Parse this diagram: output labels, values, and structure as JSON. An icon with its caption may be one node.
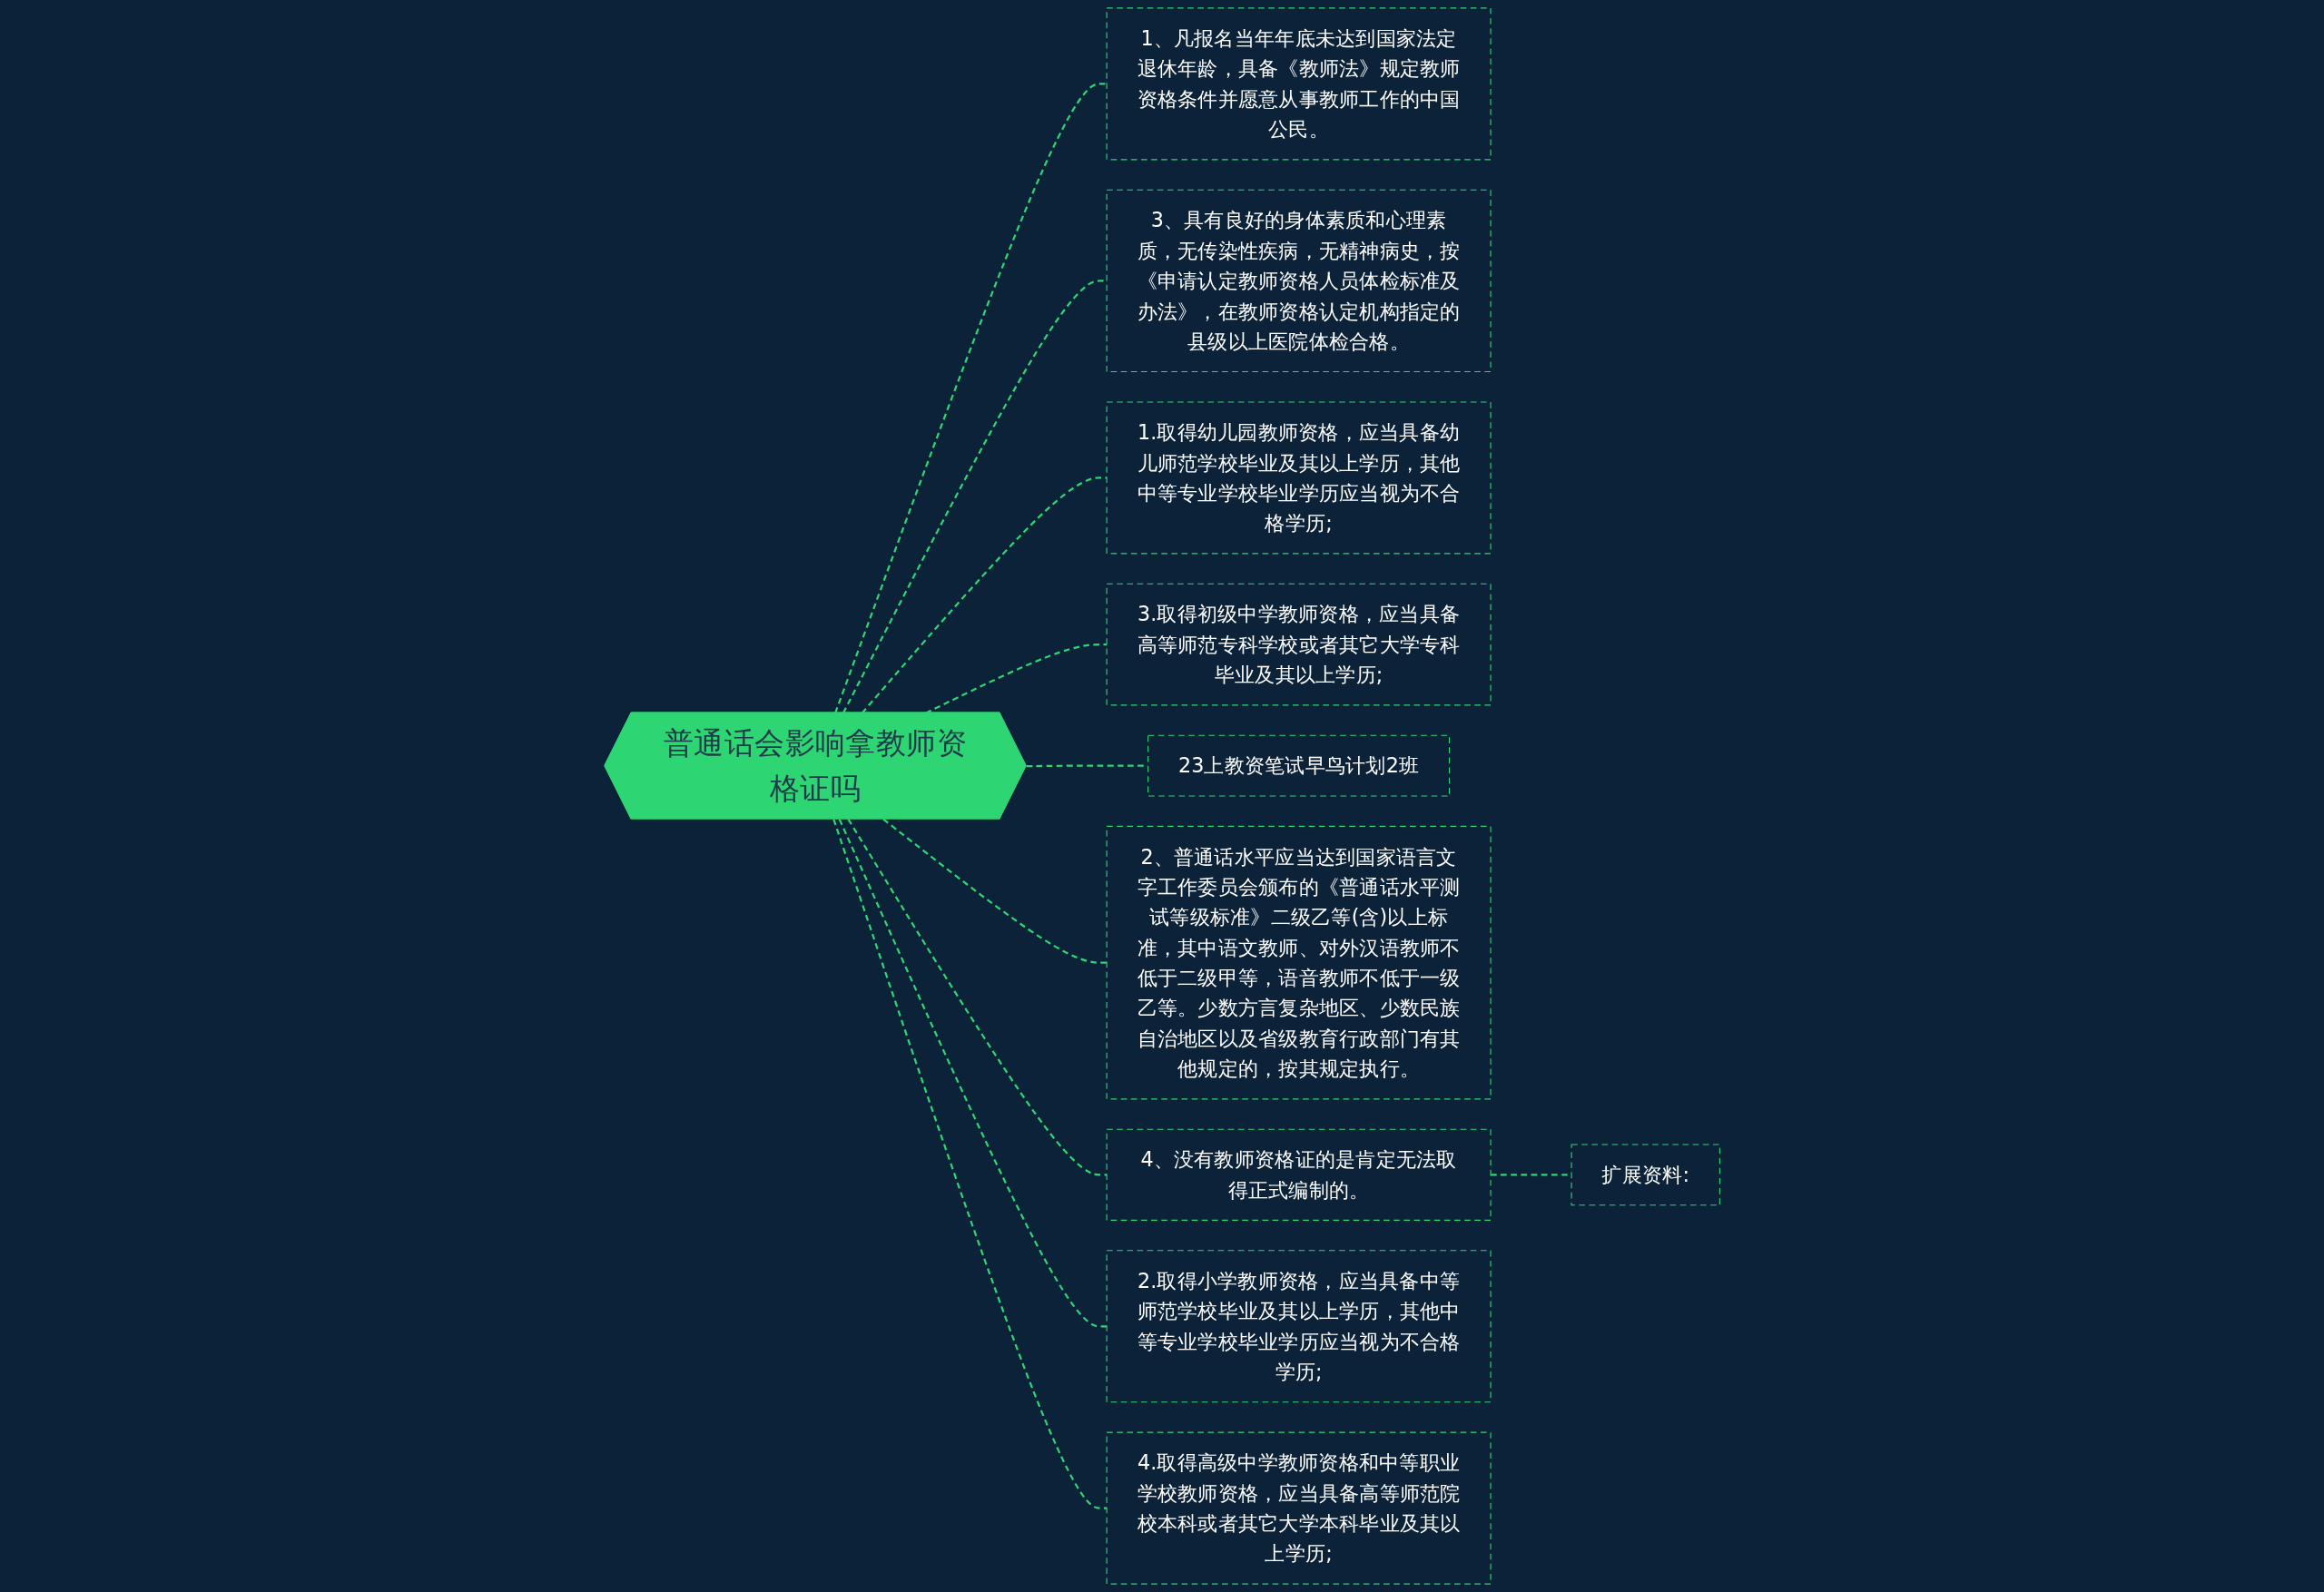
{
  "diagram": {
    "nodes": [
      {
        "text": [
          "普通话会影响拿教师资格证吗"
        ]
      },
      {
        "text": [
          "1、凡报名当年年底未达到国家法定退休年龄，具备《教师法》规定教师资格条件并愿意从事教师工作的中国公民。"
        ]
      },
      {
        "text": [
          "3、具有良好的身体素质和心理素质，无传染性疾病，无精神病史，按《申请认定教师资格人员体检标准及办法》，在教师资格认定机构指定的县级以上医院体检合格。"
        ]
      },
      {
        "text": [
          "1.取得幼儿园教师资格，应当具备幼儿师范学校毕业及其以上学历，其他中等专业学校毕业学历应当视为不合格学历;"
        ]
      },
      {
        "text": [
          "3.取得初级中学教师资格，应当具备高等师范专科学校或者其它大学专科毕业及其以上学历;"
        ]
      },
      {
        "text": [
          "23上教资笔试早鸟计划2班"
        ]
      },
      {
        "text": [
          "2、普通话水平应当达到国家语言文字工作委员会颁布的《普通话水平测试等级标准》二级乙等(含)以上标准，其中语文教师、对外汉语教师不低于二级甲等，语音教师不低于一级乙等。少数方言复杂地区、少数民族自治地区以及省级教育行政部门有其他规定的，按其规定执行。"
        ]
      },
      {
        "text": [
          "4、没有教师资格证的是肯定无法取得正式编制的。"
        ]
      },
      {
        "text": [
          "2.取得小学教师资格，应当具备中等师范学校毕业及其以上学历，其他中等专业学校毕业学历应当视为不合格学历;"
        ]
      },
      {
        "text": [
          "4.取得高级中学教师资格和中等职业学校教师资格，应当具备高等师范院校本科或者其它大学本科毕业及其以上学历;"
        ]
      },
      {
        "text": [
          "扩展资料:"
        ]
      }
    ],
    "edges": [
      {
        "from": 0,
        "to": 1,
        "arrow": "none",
        "style": "dashed"
      },
      {
        "from": 0,
        "to": 2,
        "arrow": "none",
        "style": "dashed"
      },
      {
        "from": 0,
        "to": 3,
        "arrow": "none",
        "style": "dashed"
      },
      {
        "from": 0,
        "to": 4,
        "arrow": "none",
        "style": "dashed"
      },
      {
        "from": 0,
        "to": 5,
        "arrow": "none",
        "style": "dashed"
      },
      {
        "from": 0,
        "to": 6,
        "arrow": "none",
        "style": "dashed"
      },
      {
        "from": 0,
        "to": 7,
        "arrow": "none",
        "style": "dashed"
      },
      {
        "from": 0,
        "to": 8,
        "arrow": "none",
        "style": "dashed"
      },
      {
        "from": 0,
        "to": 9,
        "arrow": "none",
        "style": "dashed"
      },
      {
        "from": 7,
        "to": 10,
        "arrow": "none",
        "style": "dashed"
      }
    ]
  }
}
